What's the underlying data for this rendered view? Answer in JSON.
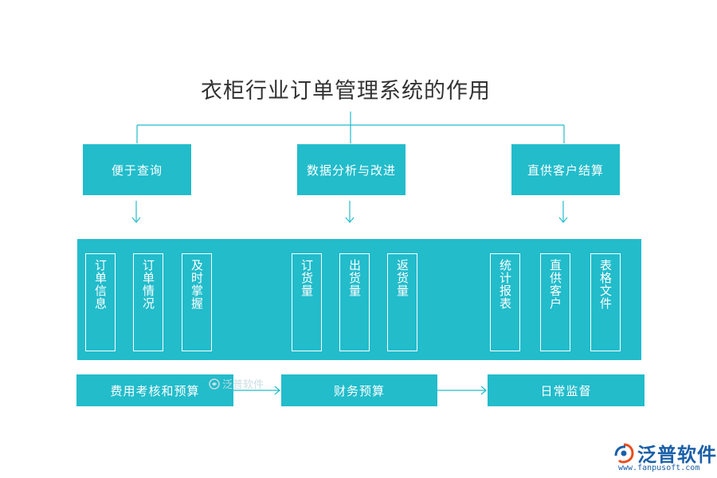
{
  "title": "衣柜行业订单管理系统的作用",
  "top_boxes": [
    "便于查询",
    "数据分析与改进",
    "直供客户结算"
  ],
  "groups": [
    [
      "订单信息",
      "订单情况",
      "及时掌握"
    ],
    [
      "订货量",
      "出货量",
      "返货量"
    ],
    [
      "统计报表",
      "直供客户",
      "表格文件"
    ]
  ],
  "bottom_boxes": [
    "费用考核和预算",
    "财务预算",
    "日常监督"
  ],
  "watermark": "泛普软件",
  "logo": {
    "name": "泛普软件",
    "url": "www.fanpusoft.com"
  },
  "colors": {
    "box": "#22bccb",
    "line": "#22bccb",
    "title": "#333333",
    "logo": "#1a5fa8"
  }
}
